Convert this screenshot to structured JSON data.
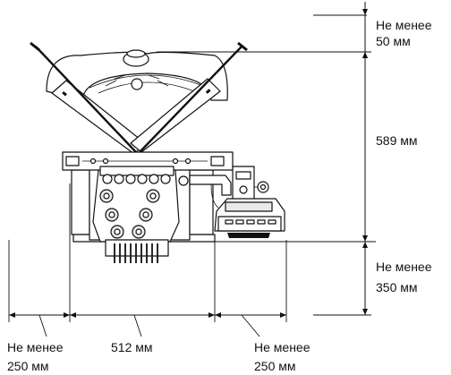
{
  "labels": {
    "top_clearance_line1": "Не менее",
    "top_clearance_line2": "50 мм",
    "height": "589 мм",
    "bottom_right_line1": "Не менее",
    "bottom_right_line2": "350 мм",
    "left_clearance_line1": "Не менее",
    "left_clearance_line2": "250 мм",
    "width": "512 мм",
    "right_clearance_line1": "Не менее",
    "right_clearance_line2": "250 мм"
  },
  "colors": {
    "ink": "#111111",
    "machine_fill": "#ffffff",
    "shade": "#e9e9e9"
  }
}
